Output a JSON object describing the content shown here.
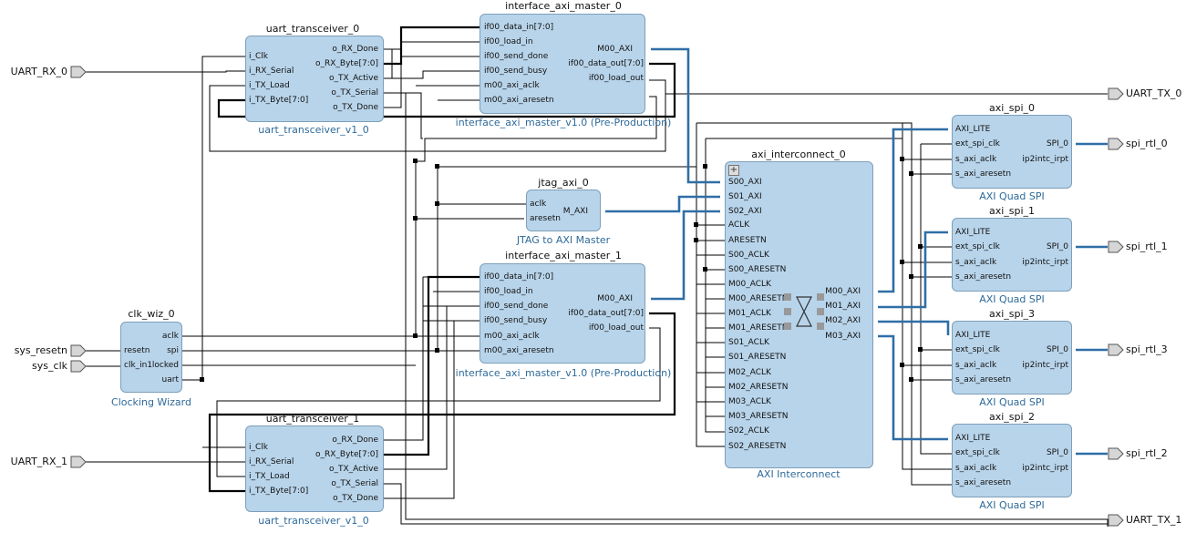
{
  "blocks": {
    "uart0": {
      "name": "uart_transceiver_0",
      "sub": "uart_transceiver_v1_0",
      "in": [
        "i_Clk",
        "i_RX_Serial",
        "i_TX_Load",
        "i_TX_Byte[7:0]"
      ],
      "out": [
        "o_RX_Done",
        "o_RX_Byte[7:0]",
        "o_TX_Active",
        "o_TX_Serial",
        "o_TX_Done"
      ]
    },
    "iam0": {
      "name": "interface_axi_master_0",
      "sub": "interface_axi_master_v1.0 (Pre-Production)",
      "in": [
        "if00_data_in[7:0]",
        "if00_load_in",
        "if00_send_done",
        "if00_send_busy",
        "m00_axi_aclk",
        "m00_axi_aresetn"
      ],
      "out": [
        "M00_AXI",
        "if00_data_out[7:0]",
        "if00_load_out"
      ]
    },
    "jtag": {
      "name": "jtag_axi_0",
      "sub": "JTAG to AXI Master",
      "in": [
        "aclk",
        "aresetn"
      ],
      "out": [
        "M_AXI"
      ]
    },
    "iam1": {
      "name": "interface_axi_master_1",
      "sub": "interface_axi_master_v1.0 (Pre-Production)",
      "in": [
        "if00_data_in[7:0]",
        "if00_load_in",
        "if00_send_done",
        "if00_send_busy",
        "m00_axi_aclk",
        "m00_axi_aresetn"
      ],
      "out": [
        "M00_AXI",
        "if00_data_out[7:0]",
        "if00_load_out"
      ]
    },
    "clk": {
      "name": "clk_wiz_0",
      "sub": "Clocking Wizard",
      "in": [
        "resetn",
        "clk_in1"
      ],
      "out": [
        "aclk",
        "spi",
        "locked",
        "uart"
      ]
    },
    "uart1": {
      "name": "uart_transceiver_1",
      "sub": "uart_transceiver_v1_0",
      "in": [
        "i_Clk",
        "i_RX_Serial",
        "i_TX_Load",
        "i_TX_Byte[7:0]"
      ],
      "out": [
        "o_RX_Done",
        "o_RX_Byte[7:0]",
        "o_TX_Active",
        "o_TX_Serial",
        "o_TX_Done"
      ]
    },
    "xbar": {
      "name": "axi_interconnect_0",
      "sub": "AXI Interconnect",
      "in": [
        "S00_AXI",
        "S01_AXI",
        "S02_AXI",
        "ACLK",
        "ARESETN",
        "S00_ACLK",
        "S00_ARESETN",
        "M00_ACLK",
        "M00_ARESETN",
        "M01_ACLK",
        "M01_ARESETN",
        "S01_ACLK",
        "S01_ARESETN",
        "M02_ACLK",
        "M02_ARESETN",
        "M03_ACLK",
        "M03_ARESETN",
        "S02_ACLK",
        "S02_ARESETN"
      ],
      "out": [
        "M00_AXI",
        "M01_AXI",
        "M02_AXI",
        "M03_AXI"
      ]
    },
    "spi0": {
      "name": "axi_spi_0",
      "sub": "AXI Quad SPI",
      "in": [
        "AXI_LITE",
        "ext_spi_clk",
        "s_axi_aclk",
        "s_axi_aresetn"
      ],
      "out": [
        "SPI_0",
        "ip2intc_irpt"
      ]
    },
    "spi1": {
      "name": "axi_spi_1",
      "sub": "AXI Quad SPI",
      "in": [
        "AXI_LITE",
        "ext_spi_clk",
        "s_axi_aclk",
        "s_axi_aresetn"
      ],
      "out": [
        "SPI_0",
        "ip2intc_irpt"
      ]
    },
    "spi3": {
      "name": "axi_spi_3",
      "sub": "AXI Quad SPI",
      "in": [
        "AXI_LITE",
        "ext_spi_clk",
        "s_axi_aclk",
        "s_axi_aresetn"
      ],
      "out": [
        "SPI_0",
        "ip2intc_irpt"
      ]
    },
    "spi2": {
      "name": "axi_spi_2",
      "sub": "AXI Quad SPI",
      "in": [
        "AXI_LITE",
        "ext_spi_clk",
        "s_axi_aclk",
        "s_axi_aresetn"
      ],
      "out": [
        "SPI_0",
        "ip2intc_irpt"
      ]
    }
  },
  "external_ports": {
    "inputs": [
      "UART_RX_0",
      "sys_resetn",
      "sys_clk",
      "UART_RX_1"
    ],
    "outputs": [
      "UART_TX_0",
      "spi_rtl_0",
      "spi_rtl_1",
      "spi_rtl_3",
      "spi_rtl_2",
      "UART_TX_1"
    ]
  },
  "colors": {
    "block_fill": "#b8d4ea",
    "block_border": "#7d9fba",
    "wire": "#000000",
    "bus": "#2f6ea6",
    "sub_text": "#2e6a9a",
    "port_fill": "#d6d6d6"
  }
}
